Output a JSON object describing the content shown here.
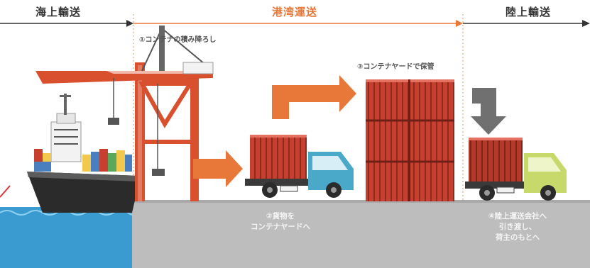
{
  "stages": {
    "sea": "海上輸送",
    "port": "港湾運送",
    "land": "陸上輸送"
  },
  "steps": {
    "step1": "①コンテナの積み降ろし",
    "step2_line1": "②貨物を",
    "step2_line2": "コンテナヤードへ",
    "step3": "③コンテナヤードで保管",
    "step4_line1": "④陸上運送会社へ",
    "step4_line2": "引き渡し、",
    "step4_line3": "荷主のもとへ"
  },
  "colors": {
    "accent_orange": "#e8773a",
    "container_red": "#c7402f",
    "ground_gray": "#bdbdbd",
    "sea_blue": "#3a9bd0",
    "truck_teal": "#4aa8c8",
    "truck_green": "#c6d96a",
    "arrow_gray": "#707070"
  }
}
